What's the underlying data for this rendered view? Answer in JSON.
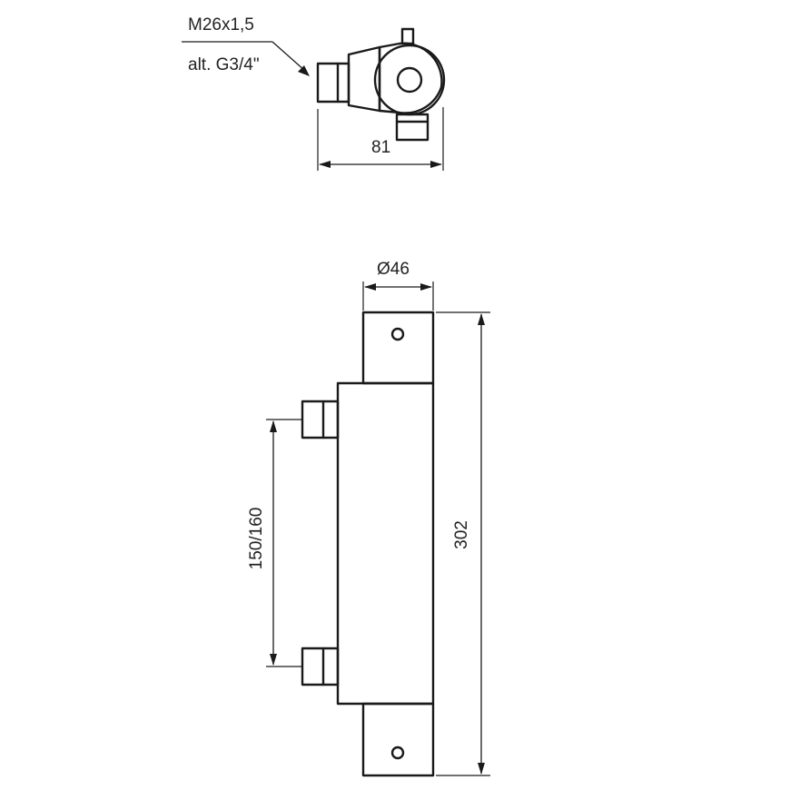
{
  "top_view": {
    "thread_label": "M26x1,5",
    "alt_thread_label": "alt. G3/4\"",
    "depth_label": "81"
  },
  "front_view": {
    "diameter_label": "Ø46",
    "height_label": "302",
    "inlet_spacing_label": "150/160"
  }
}
